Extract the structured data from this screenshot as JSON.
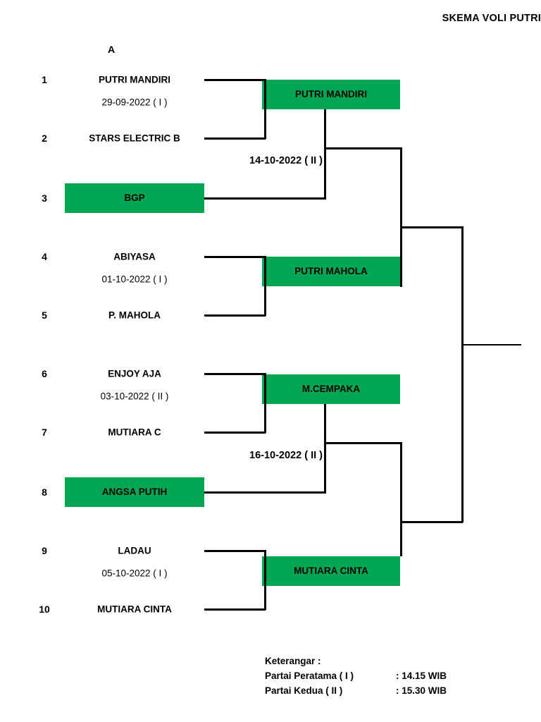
{
  "title": "SKEMA VOLI PUTRI",
  "group": {
    "letter": "A"
  },
  "colors": {
    "winner_green": "#00A651",
    "line_black": "#000000"
  },
  "bracket": {
    "round1": [
      {
        "seed": "1",
        "team": "PUTRI MANDIRI",
        "highlight": false
      },
      {
        "seed": "2",
        "team": "STARS ELECTRIC B",
        "highlight": false
      },
      {
        "seed": "3",
        "team": "BGP",
        "highlight": true
      },
      {
        "seed": "4",
        "team": "ABIYASA",
        "highlight": false
      },
      {
        "seed": "5",
        "team": "P. MAHOLA",
        "highlight": false
      },
      {
        "seed": "6",
        "team": "ENJOY AJA",
        "highlight": false
      },
      {
        "seed": "7",
        "team": "MUTIARA C",
        "highlight": false
      },
      {
        "seed": "8",
        "team": "ANGSA PUTIH",
        "highlight": true
      },
      {
        "seed": "9",
        "team": "LADAU",
        "highlight": false
      },
      {
        "seed": "10",
        "team": "MUTIARA CINTA",
        "highlight": false
      }
    ],
    "match_dates": [
      {
        "text": "29-09-2022 ( I )"
      },
      {
        "text": "01-10-2022 ( I )"
      },
      {
        "text": "03-10-2022 ( II )"
      },
      {
        "text": "05-10-2022 ( I )"
      }
    ],
    "round_dates": [
      {
        "text": "14-10-2022 ( II )"
      },
      {
        "text": "16-10-2022 ( II )"
      }
    ],
    "winners": [
      {
        "team": "PUTRI MANDIRI"
      },
      {
        "team": "PUTRI MAHOLA"
      },
      {
        "team": "M.CEMPAKA"
      },
      {
        "team": "MUTIARA CINTA"
      }
    ]
  },
  "legend": {
    "heading": "Keterangar :",
    "rows": [
      {
        "label": "Partai Peratama ( I )",
        "value": ": 14.15 WIB"
      },
      {
        "label": "Partai Kedua ( II )",
        "value": ": 15.30  WIB"
      }
    ]
  }
}
